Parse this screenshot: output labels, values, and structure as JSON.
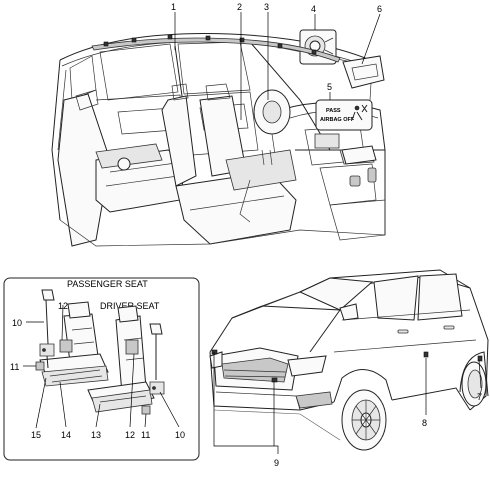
{
  "callouts": [
    {
      "id": "1",
      "label": "1"
    },
    {
      "id": "2",
      "label": "2"
    },
    {
      "id": "3",
      "label": "3"
    },
    {
      "id": "4",
      "label": "4"
    },
    {
      "id": "5",
      "label": "5"
    },
    {
      "id": "6",
      "label": "6"
    },
    {
      "id": "7",
      "label": "7"
    },
    {
      "id": "8",
      "label": "8"
    },
    {
      "id": "9",
      "label": "9"
    },
    {
      "id": "10a",
      "label": "10"
    },
    {
      "id": "10b",
      "label": "10"
    },
    {
      "id": "11a",
      "label": "11"
    },
    {
      "id": "11b",
      "label": "11"
    },
    {
      "id": "12a",
      "label": "12"
    },
    {
      "id": "12b",
      "label": "12"
    },
    {
      "id": "13",
      "label": "13"
    },
    {
      "id": "14",
      "label": "14"
    },
    {
      "id": "15",
      "label": "15"
    }
  ],
  "labels": {
    "passenger_seat": "PASSENGER SEAT",
    "driver_seat": "DRIVER SEAT"
  },
  "indicator": {
    "line1": "PASS",
    "line2": "AIRBAG OFF",
    "icon": "airbag-off-icon"
  }
}
